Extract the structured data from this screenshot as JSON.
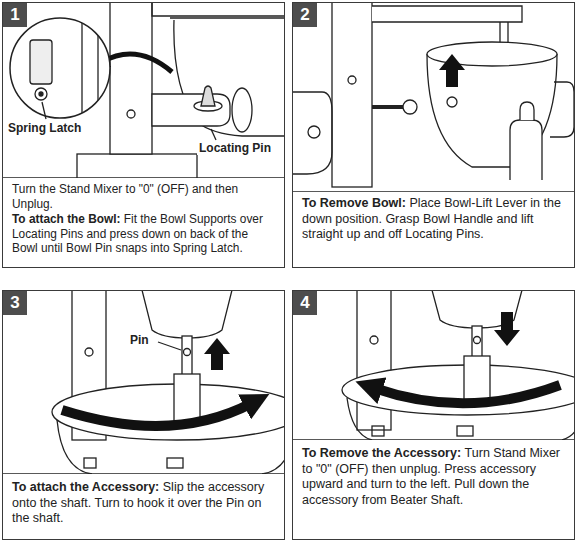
{
  "diagram": {
    "nodes": [
      {
        "text": [
          "Turn the Stand Mixer to \"0\" (OFF) and then Unplug.",
          "To attach the Bowl:",
          "Fit the Bowl Supports over Locating Pins and press down on back of the Bowl until Bowl Pin snaps into Spring Latch."
        ]
      },
      {
        "text": [
          "1"
        ],
        "in": 0
      },
      {
        "text": [
          "To Remove Bowl:",
          "Place Bowl-Lift Lever in the down position. Grasp Bowl Handle and lift straight up and off Locating Pins."
        ]
      },
      {
        "text": [
          "2"
        ],
        "in": 2
      },
      {
        "text": [
          "To attach the Accessory:",
          "Slip the accessory onto the shaft. Turn to hook it over the Pin on the shaft."
        ]
      },
      {
        "text": [
          "3"
        ],
        "in": 4
      },
      {
        "text": [
          "To Remove the Accessory:",
          "Turn Stand Mixer to \"0\" (OFF) then unplug. Press accessory upward and turn to the left. Pull down the accessory from Beater Shaft."
        ]
      },
      {
        "text": [
          "4"
        ],
        "in": 6
      }
    ],
    "labels": [
      "Spring Latch",
      "Locating Pin",
      "Pin"
    ]
  }
}
